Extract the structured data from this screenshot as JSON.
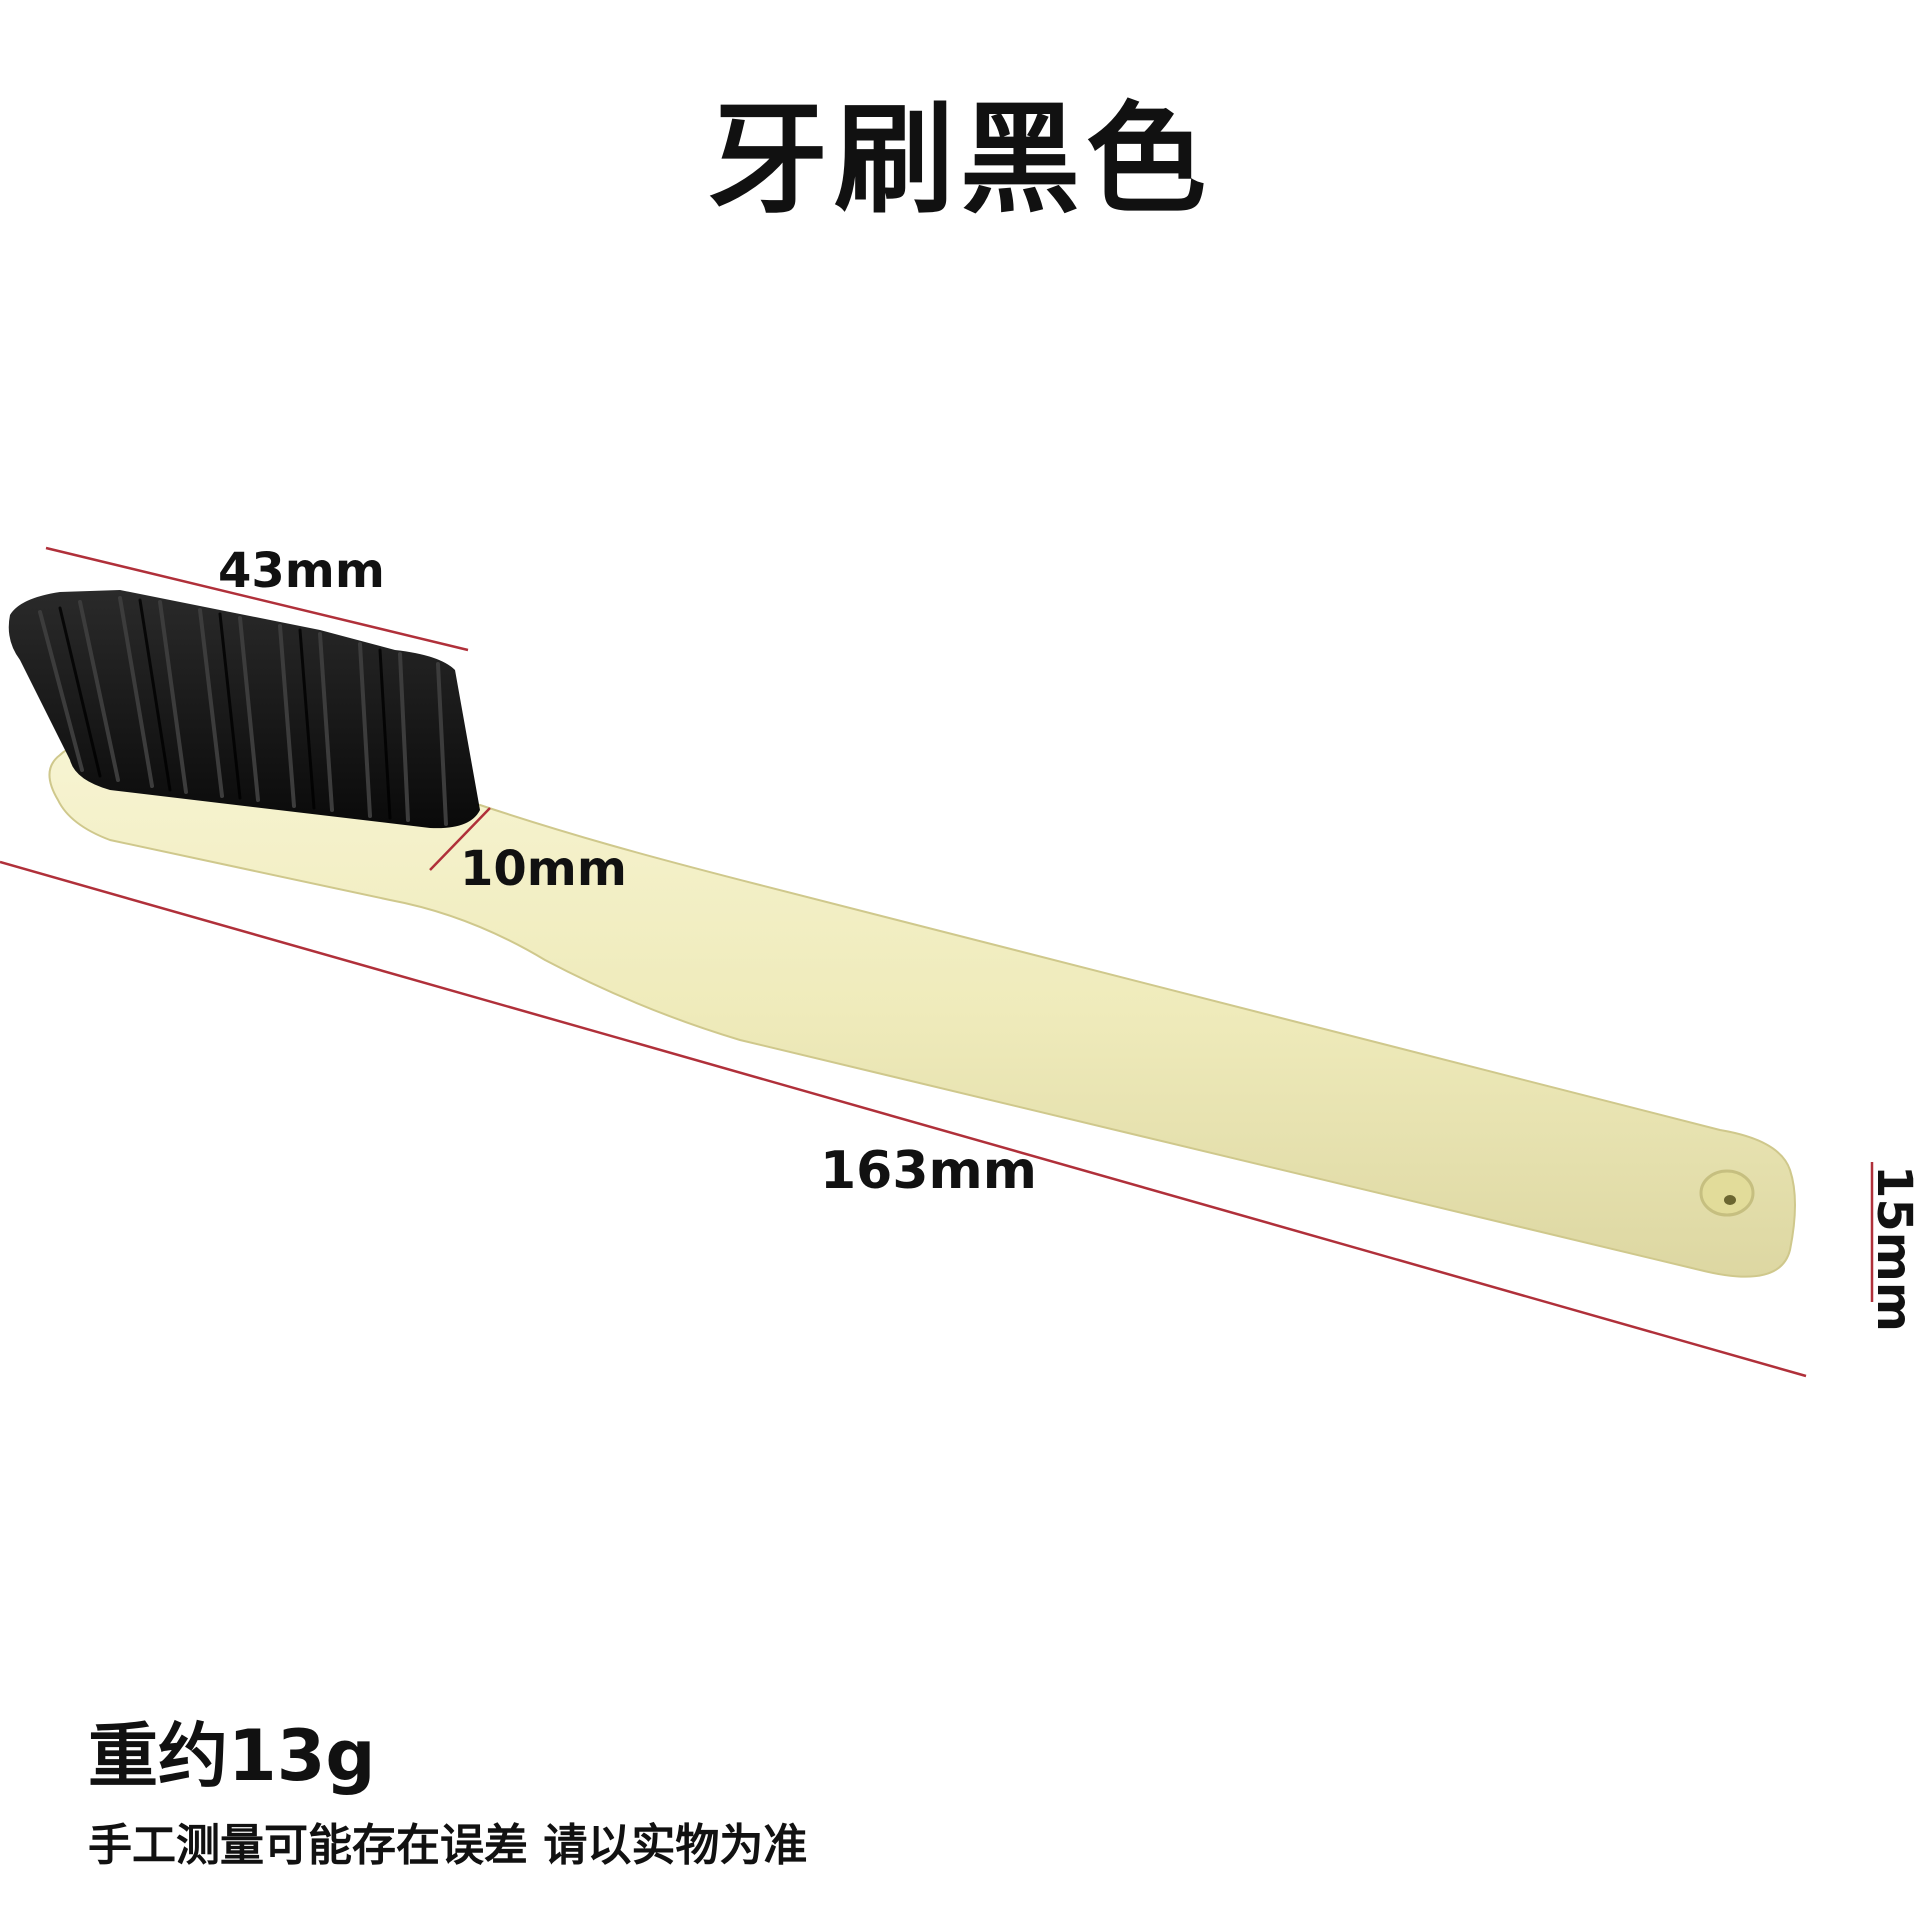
{
  "title": "牙刷黑色",
  "dimensions": {
    "head_length": "43mm",
    "head_thickness": "10mm",
    "total_length": "163mm",
    "handle_width": "15mm"
  },
  "weight_text": "重约13g",
  "disclaimer": "手工测量可能存在误差 请以实物为准",
  "colors": {
    "bristle": "#141414",
    "handle": "#efebbb",
    "dimension_line": "#b0303a",
    "text": "#111111"
  },
  "icons": {
    "product": "toothbrush-icon"
  }
}
